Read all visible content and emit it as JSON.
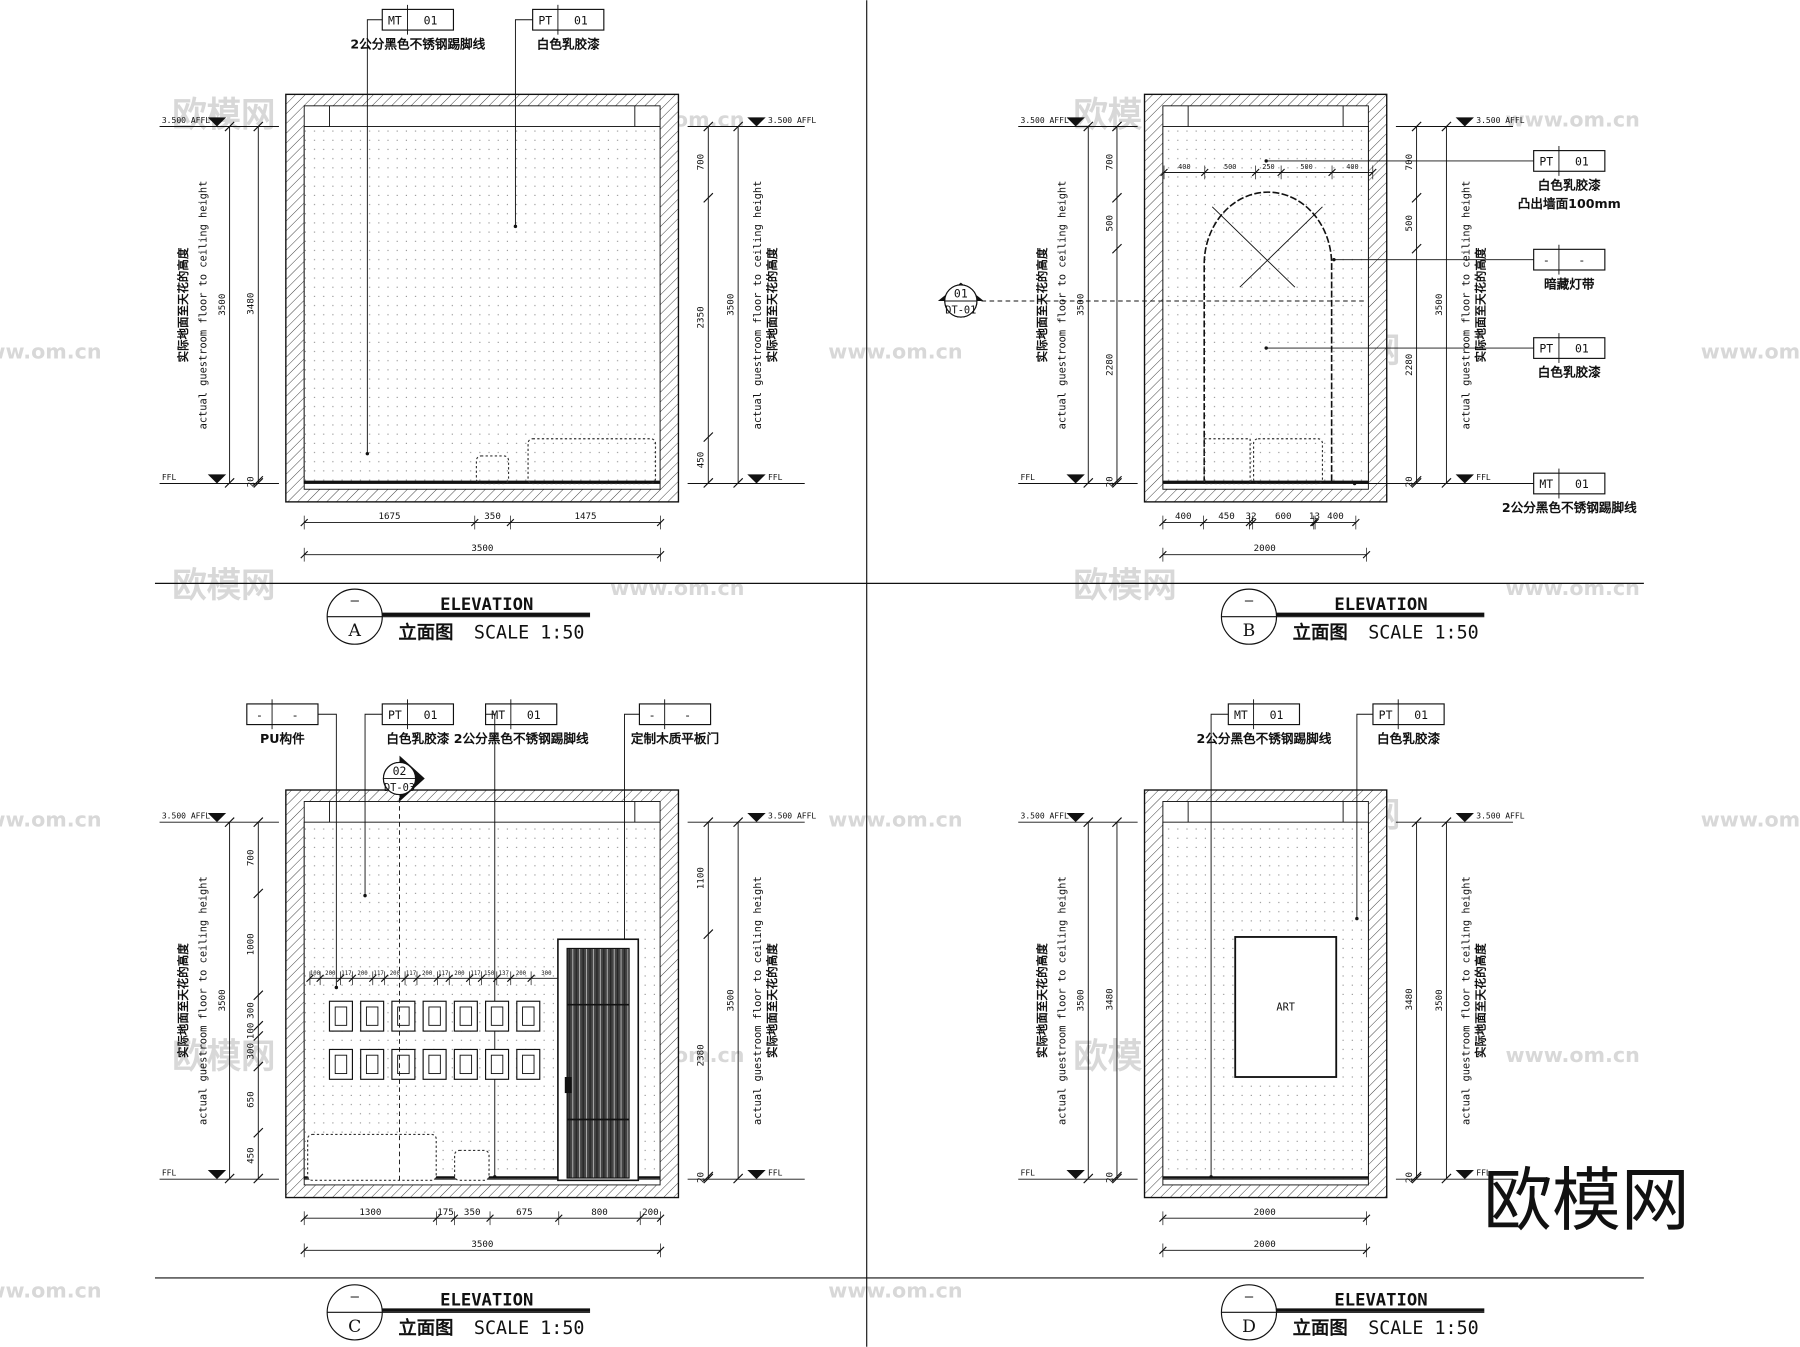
{
  "watermark": {
    "brand": "欧模网",
    "url": "www.om.cn"
  },
  "common": {
    "height_label_cn": "实际地面至天花的高度",
    "height_label_en": "actual guestroom floor to ceiling height",
    "ceiling_level": "3.500 AFFL",
    "floor_level": "FFL",
    "title": "ELEVATION",
    "subtitle_cn": "立面图",
    "scale": "SCALE 1:50",
    "title_dash": "—",
    "art_label": "ART"
  },
  "panels": [
    {
      "letter": "A",
      "callouts": [
        {
          "code": "MT",
          "num": "01",
          "desc": "2公分黑色不锈钢踢脚线"
        },
        {
          "code": "PT",
          "num": "01",
          "desc": "白色乳胶漆"
        }
      ],
      "dims_left_outer": [
        "3500"
      ],
      "dims_left_inner": [
        "3480",
        "20"
      ],
      "dims_right_inner": [
        "700",
        "2350",
        "450"
      ],
      "dims_right_outer": [
        "3500"
      ],
      "dims_bottom": [
        "1675",
        "350",
        "1475"
      ],
      "dims_bottom_total": "3500"
    },
    {
      "letter": "B",
      "callouts": [
        {
          "code": "PT",
          "num": "01",
          "desc": "白色乳胶漆",
          "desc2": "凸出墙面100mm"
        },
        {
          "code": "-",
          "num": "-",
          "desc": "暗藏灯带"
        },
        {
          "code": "PT",
          "num": "01",
          "desc": "白色乳胶漆"
        },
        {
          "code": "MT",
          "num": "01",
          "desc": "2公分黑色不锈钢踢脚线"
        }
      ],
      "section_marker": {
        "num": "01",
        "sheet": "DT-01"
      },
      "dims_left_outer": [
        "3500"
      ],
      "dims_left_inner": [
        "700",
        "500",
        "2280",
        "20"
      ],
      "dims_right_inner": [
        "700",
        "500",
        "2280",
        "20"
      ],
      "dims_right_outer": [
        "3500"
      ],
      "dims_top_inner": [
        "400",
        "500",
        "250",
        "500",
        "400"
      ],
      "dims_bottom": [
        "400",
        "450",
        "32",
        "600",
        "13",
        "400"
      ],
      "dims_bottom_total": "2000"
    },
    {
      "letter": "C",
      "callouts": [
        {
          "code": "-",
          "num": "-",
          "desc": "PU构件"
        },
        {
          "code": "PT",
          "num": "01",
          "desc": "白色乳胶漆"
        },
        {
          "code": "MT",
          "num": "01",
          "desc": "2公分黑色不锈钢踢脚线"
        },
        {
          "code": "-",
          "num": "-",
          "desc": "定制木质平板门"
        }
      ],
      "section_marker": {
        "num": "02",
        "sheet": "DT-03"
      },
      "dims_left_outer": [
        "3500"
      ],
      "dims_left_inner": [
        "700",
        "1000",
        "300",
        "100",
        "300",
        "650",
        "450"
      ],
      "dims_right_inner": [
        "1100",
        "2380",
        "20"
      ],
      "dims_right_outer": [
        "3500"
      ],
      "dims_panel": [
        "100",
        "200",
        "117",
        "200",
        "117",
        "200",
        "117",
        "200",
        "117",
        "200",
        "117",
        "150",
        "137",
        "200",
        "300"
      ],
      "dims_bottom": [
        "1300",
        "175",
        "350",
        "675",
        "800",
        "200"
      ],
      "dims_bottom_total": "3500"
    },
    {
      "letter": "D",
      "callouts": [
        {
          "code": "MT",
          "num": "01",
          "desc": "2公分黑色不锈钢踢脚线"
        },
        {
          "code": "PT",
          "num": "01",
          "desc": "白色乳胶漆"
        }
      ],
      "dims_left_outer": [
        "3500"
      ],
      "dims_left_inner": [
        "3480",
        "20"
      ],
      "dims_right_inner": [
        "3480",
        "20"
      ],
      "dims_right_outer": [
        "3500"
      ],
      "dims_bottom": [
        "2000"
      ],
      "dims_bottom_total": "2000"
    }
  ]
}
